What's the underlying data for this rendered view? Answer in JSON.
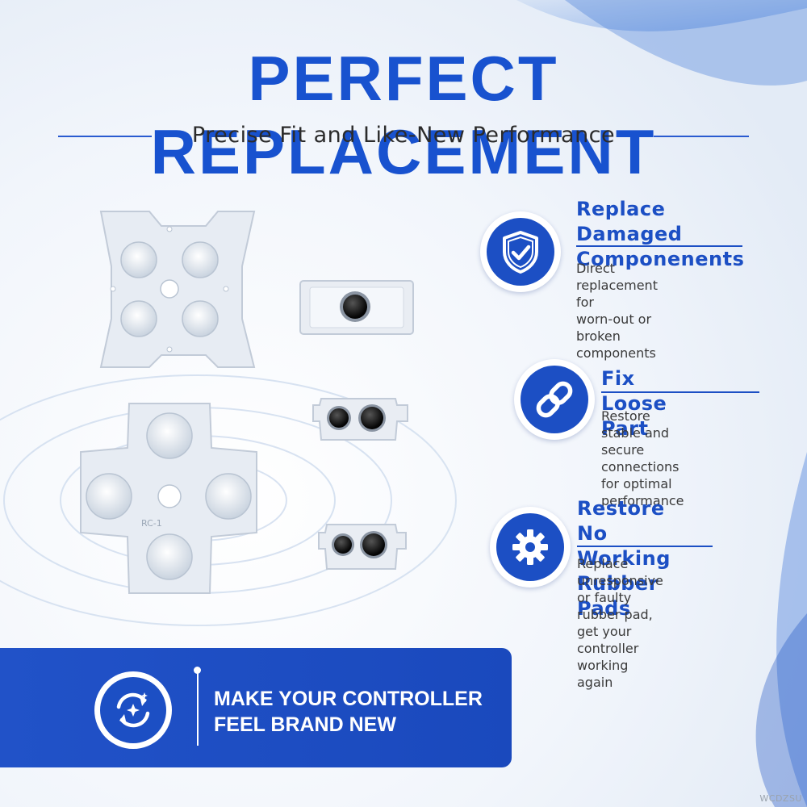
{
  "header": {
    "title": "PERFECT REPLACEMENT",
    "subtitle": "Precise Fit and Like-New Performance"
  },
  "features": [
    {
      "icon": "shield-check-icon",
      "title": "Replace Damaged\nComponenents",
      "description": "Direct replacement for\nworn-out or broken\ncomponents"
    },
    {
      "icon": "chain-link-icon",
      "title": "Fix Loose Part",
      "description": "Restore stable and secure\nconnections for optimal\nperformance"
    },
    {
      "icon": "gear-icon",
      "title": "Restore No Working\nRubber Pads",
      "description": "Replace unresponsive or faulty\nrubber pad, get your controller\nworking again"
    }
  ],
  "banner": {
    "icon": "refresh-sparkle-icon",
    "text": "MAKE YOUR CONTROLLER\nFEEL BRAND NEW"
  },
  "product_mark": "RC-1",
  "watermark": "WCDZSU",
  "colors": {
    "brand_blue": "#1c4fc4",
    "title_blue": "#1852cf",
    "text_dark": "#2b2b2b",
    "background": "#f3f6fb"
  }
}
